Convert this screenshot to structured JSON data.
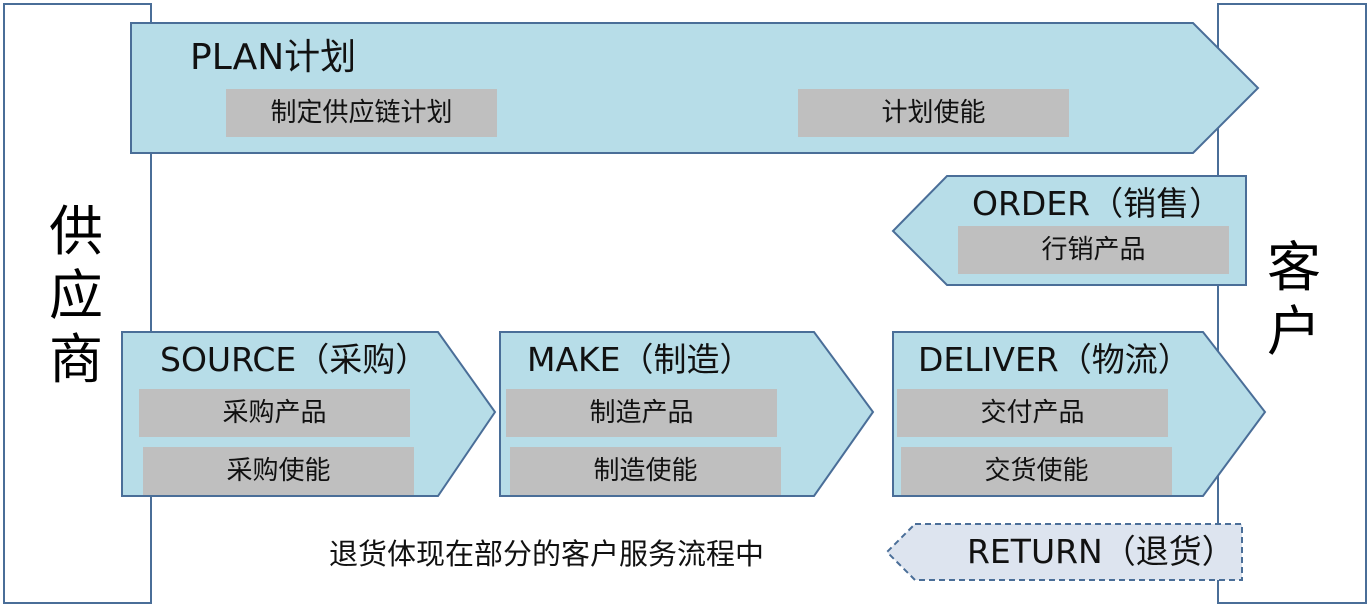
{
  "supplier": {
    "label": "供应商"
  },
  "customer": {
    "label": "客户"
  },
  "plan": {
    "title": "PLAN计划",
    "items": [
      "制定供应链计划",
      "计划使能"
    ]
  },
  "order": {
    "title": "ORDER（销售）",
    "items": [
      "行销产品"
    ]
  },
  "source": {
    "title": "SOURCE（采购）",
    "items": [
      "采购产品",
      "采购使能"
    ]
  },
  "make": {
    "title": "MAKE（制造）",
    "items": [
      "制造产品",
      "制造使能"
    ]
  },
  "deliver": {
    "title": "DELIVER（物流）",
    "items": [
      "交付产品",
      "交货使能"
    ]
  },
  "return": {
    "title": "RETURN（退货）",
    "note": "退货体现在部分的客户服务流程中"
  },
  "colors": {
    "arrow_fill": "#b7dde8",
    "arrow_stroke": "#4a6e98",
    "return_fill": "#dde4ef",
    "pill_fill": "#bfbfbf"
  }
}
